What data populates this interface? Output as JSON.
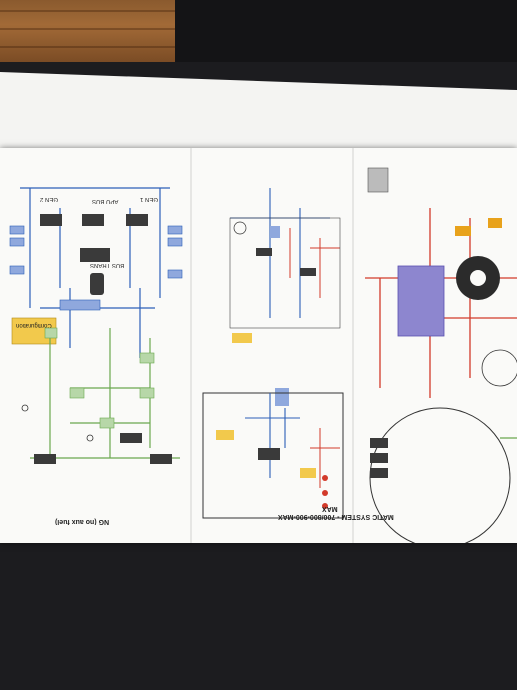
{
  "diagram": {
    "title_right": "MATIC SYSTEM - 700/800-900-MAX",
    "title_left": "NG (no aux fuel)",
    "section_max": "MAX",
    "boxes": {
      "apu_bus": "APU BUS",
      "gen1": "GEN 1",
      "gen2": "GEN 2",
      "bus_tie": "BUS TRANS",
      "config": "Configuration"
    },
    "colors": {
      "hydraulic_a": "#2c5fb8",
      "fuel": "#d23a2a",
      "electric": "#6aa84f",
      "amber": "#e8a21b",
      "purple": "#7a6bc7"
    }
  }
}
